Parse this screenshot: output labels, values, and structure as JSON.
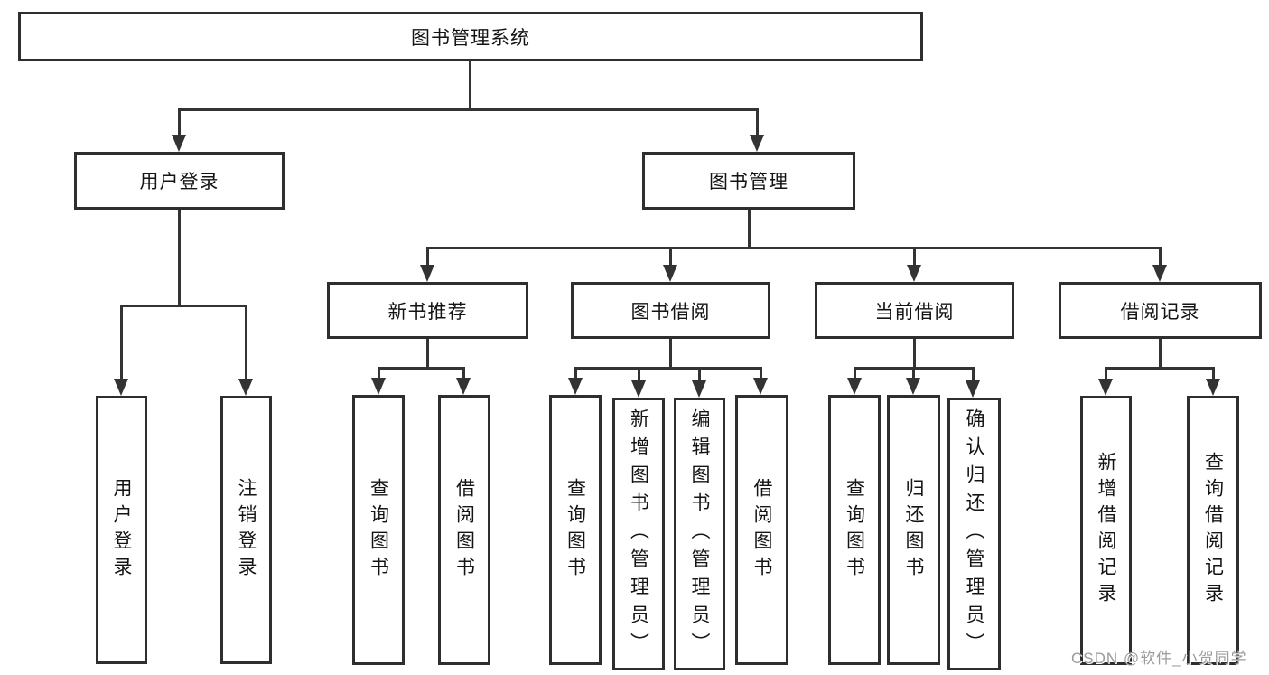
{
  "tree": {
    "root": {
      "label": "图书管理系统"
    },
    "branches": [
      {
        "label": "用户登录",
        "children": [
          {
            "label": "用户登录"
          },
          {
            "label": "注销登录"
          }
        ]
      },
      {
        "label": "图书管理",
        "children": [
          {
            "label": "新书推荐",
            "children": [
              {
                "label": "查询图书"
              },
              {
                "label": "借阅图书"
              }
            ]
          },
          {
            "label": "图书借阅",
            "children": [
              {
                "label": "查询图书"
              },
              {
                "label": "新增图书（管理员）"
              },
              {
                "label": "编辑图书（管理员）"
              },
              {
                "label": "借阅图书"
              }
            ]
          },
          {
            "label": "当前借阅",
            "children": [
              {
                "label": "查询图书"
              },
              {
                "label": "归还图书"
              },
              {
                "label": "确认归还（管理员）"
              }
            ]
          },
          {
            "label": "借阅记录",
            "children": [
              {
                "label": "新增借阅记录"
              },
              {
                "label": "查询借阅记录"
              }
            ]
          }
        ]
      }
    ]
  },
  "watermark": {
    "text": "CSDN @软件_小贺同学",
    "color": "#9b9b9b"
  },
  "colors": {
    "line": "#333333",
    "box_border": "#2e2e2e",
    "text": "#141414",
    "background": "#ffffff"
  }
}
